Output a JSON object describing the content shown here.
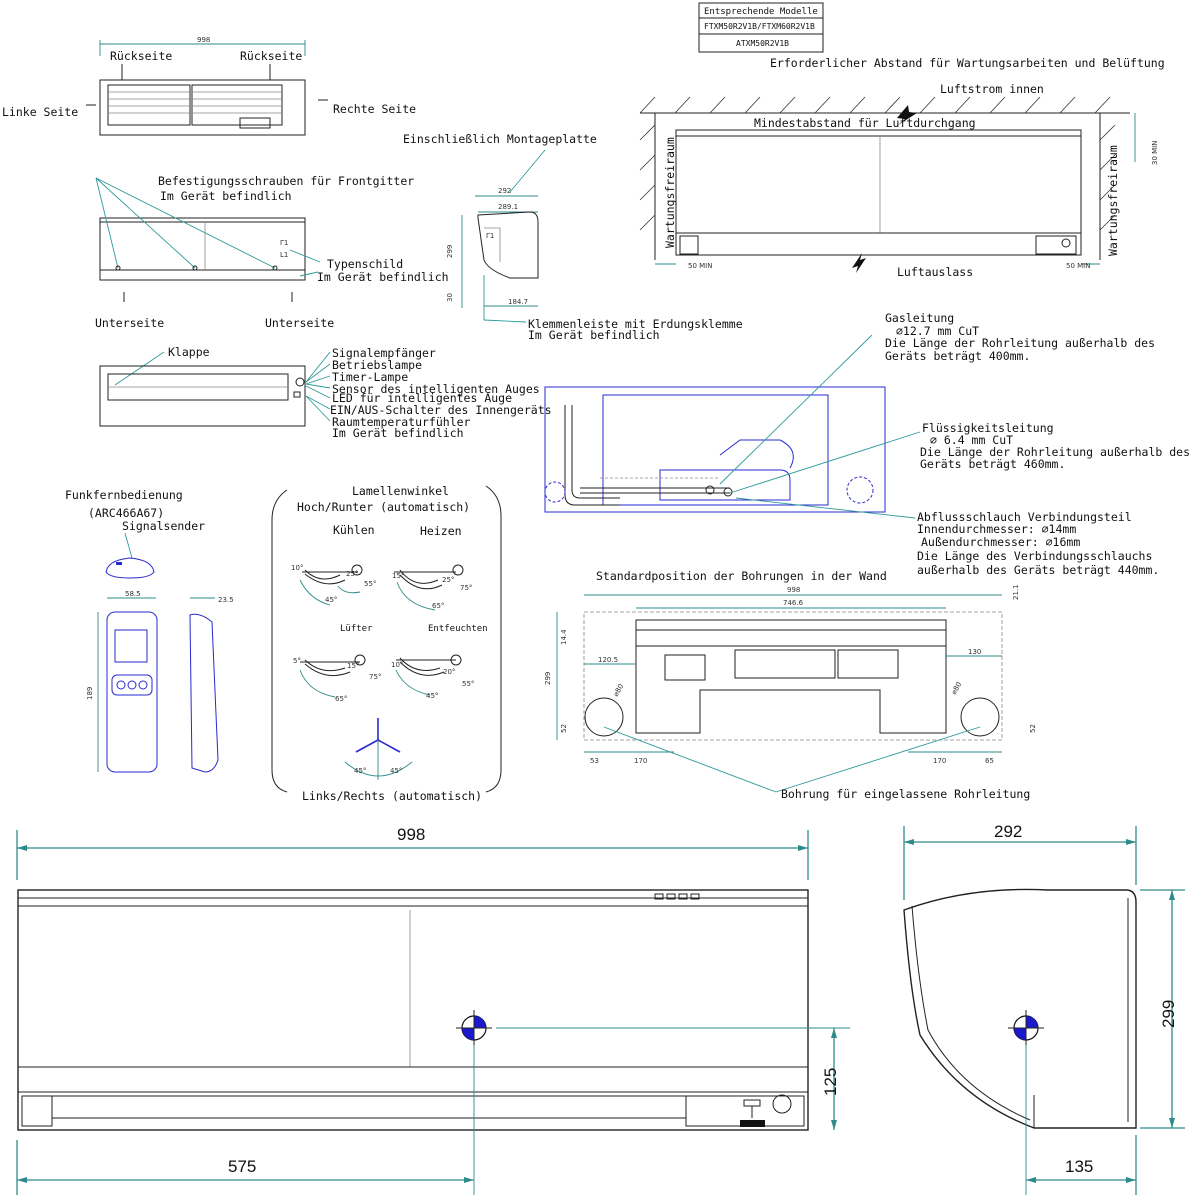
{
  "models": {
    "header": "Entsprechende Modelle",
    "row1": "FTXM50R2V1B/FTXM60R2V1B",
    "row2": "ATXM50R2V1B"
  },
  "top_view": {
    "width_label": "998",
    "back_left": "Rückseite",
    "back_right": "Rückseite",
    "left_side": "Linke Seite",
    "right_side": "Rechte Seite"
  },
  "front_view": {
    "screws": "Befestigungsschrauben für Frontgitter",
    "screws_sub": "Im Gerät befindlich",
    "nameplate": "Typenschild",
    "nameplate_sub": "Im Gerät befindlich",
    "bottom_left": "Unterseite",
    "bottom_right": "Unterseite"
  },
  "side_small": {
    "title": "Einschließlich Montageplatte",
    "d292": "292",
    "d289": "289.1",
    "d299": "299",
    "d30": "30",
    "d184": "184.7",
    "terminal": "Klemmenleiste mit Erdungsklemme",
    "terminal_sub": "Im Gerät befindlich"
  },
  "display_view": {
    "flap": "Klappe",
    "labels": [
      "Signalempfänger",
      "Betriebslampe",
      "Timer-Lampe",
      "Sensor des intelligenten Auges",
      "LED für intelligentes Auge",
      "EIN/AUS-Schalter des Innengeräts",
      "Raumtemperaturfühler",
      "Im Gerät befindlich"
    ]
  },
  "clearance": {
    "title": "Erforderlicher Abstand für Wartungsarbeiten und Belüftung",
    "air_in": "Luftstrom innen",
    "min_pass": "Mindestabstand für Luftdurchgang",
    "service_left": "Wartungsfreiraum",
    "service_right": "Wartungsfreiraum",
    "air_out": "Luftauslass",
    "min_left": "50 MIN",
    "min_right": "50 MIN",
    "min_top": "30 MIN"
  },
  "piping": {
    "gas": "Gasleitung",
    "gas_size": "⌀12.7 mm CuT",
    "gas_len1": "Die Länge der Rohrleitung außerhalb des",
    "gas_len2": "Geräts beträgt 400mm.",
    "liquid": "Flüssigkeitsleitung",
    "liquid_size": "⌀ 6.4 mm CuT",
    "liquid_len1": "Die Länge der Rohrleitung außerhalb des",
    "liquid_len2": "Geräts beträgt 460mm.",
    "drain": "Abflussschlauch  Verbindungsteil",
    "drain_inner": "Innendurchmesser: ⌀14mm",
    "drain_outer": "Außendurchmesser:  ⌀16mm",
    "drain_len1": "Die Länge des Verbindungsschlauchs",
    "drain_len2": "außerhalb des Geräts beträgt 440mm."
  },
  "remote": {
    "title": "Funkfernbedienung",
    "model": "(ARC466A67)",
    "sender": "Signalsender",
    "w": "58.5",
    "d": "23.5",
    "h": "189"
  },
  "louver": {
    "title1": "Lamellenwinkel",
    "title2": "Hoch/Runter (automatisch)",
    "cool": "Kühlen",
    "heat": "Heizen",
    "fan": "Lüfter",
    "dry": "Entfeuchten",
    "lr": "Links/Rechts (automatisch)",
    "angles": {
      "cool": [
        "10°",
        "25°",
        "55°",
        "45°"
      ],
      "heat": [
        "15°",
        "25°",
        "75°",
        "65°"
      ],
      "fan": [
        "5°",
        "15°",
        "75°",
        "65°"
      ],
      "dry": [
        "10°",
        "20°",
        "55°",
        "45°"
      ],
      "lr": [
        "45°",
        "45°"
      ]
    }
  },
  "wall": {
    "title": "Standardposition der Bohrungen in der Wand",
    "d998": "998",
    "d746": "746.6",
    "d21": "21.1",
    "d14": "14.4",
    "d120": "120.5",
    "d130": "130",
    "d299": "299",
    "d52l": "52",
    "d52r": "52",
    "phi_l": "⌀80",
    "phi_r": "⌀80",
    "d53": "53",
    "d170l": "170",
    "d170r": "170",
    "d65": "65",
    "bore": "Bohrung für eingelassene Rohrleitung"
  },
  "big_front": {
    "width": "998",
    "h125": "125",
    "d575": "575"
  },
  "big_side": {
    "depth": "292",
    "height": "299",
    "d135": "135"
  }
}
